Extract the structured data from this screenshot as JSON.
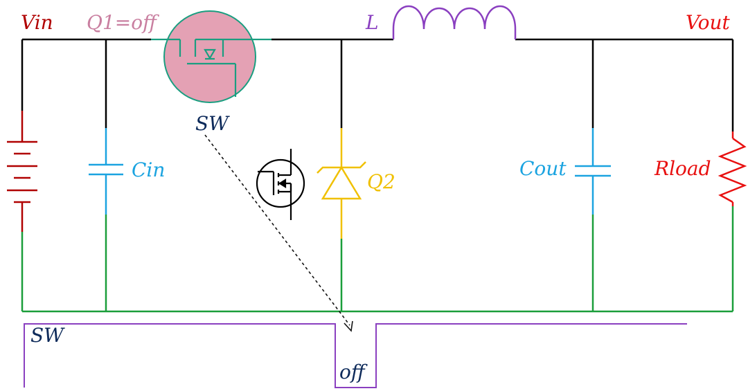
{
  "labels": {
    "vin": "Vin",
    "q1": "Q1=off",
    "inductor": "L",
    "vout": "Vout",
    "sw_node": "SW",
    "cin": "Cin",
    "q2": "Q2",
    "cout": "Cout",
    "rload": "Rload",
    "sw_waveform": "SW",
    "off_state": "off"
  },
  "colors": {
    "wire_top": "#000000",
    "wire_ground": "#1a9e3a",
    "battery": "#b00000",
    "capacitor": "#1aa3e0",
    "diode": "#f0c000",
    "inductor": "#8a3fc0",
    "resistor": "#e81010",
    "q1_fill": "#e4a1b4",
    "q1_outline": "#1a9e80",
    "q1_label": "#c97fa0",
    "sw_label": "#0d2a5a",
    "waveform": "#8a3fc0"
  }
}
